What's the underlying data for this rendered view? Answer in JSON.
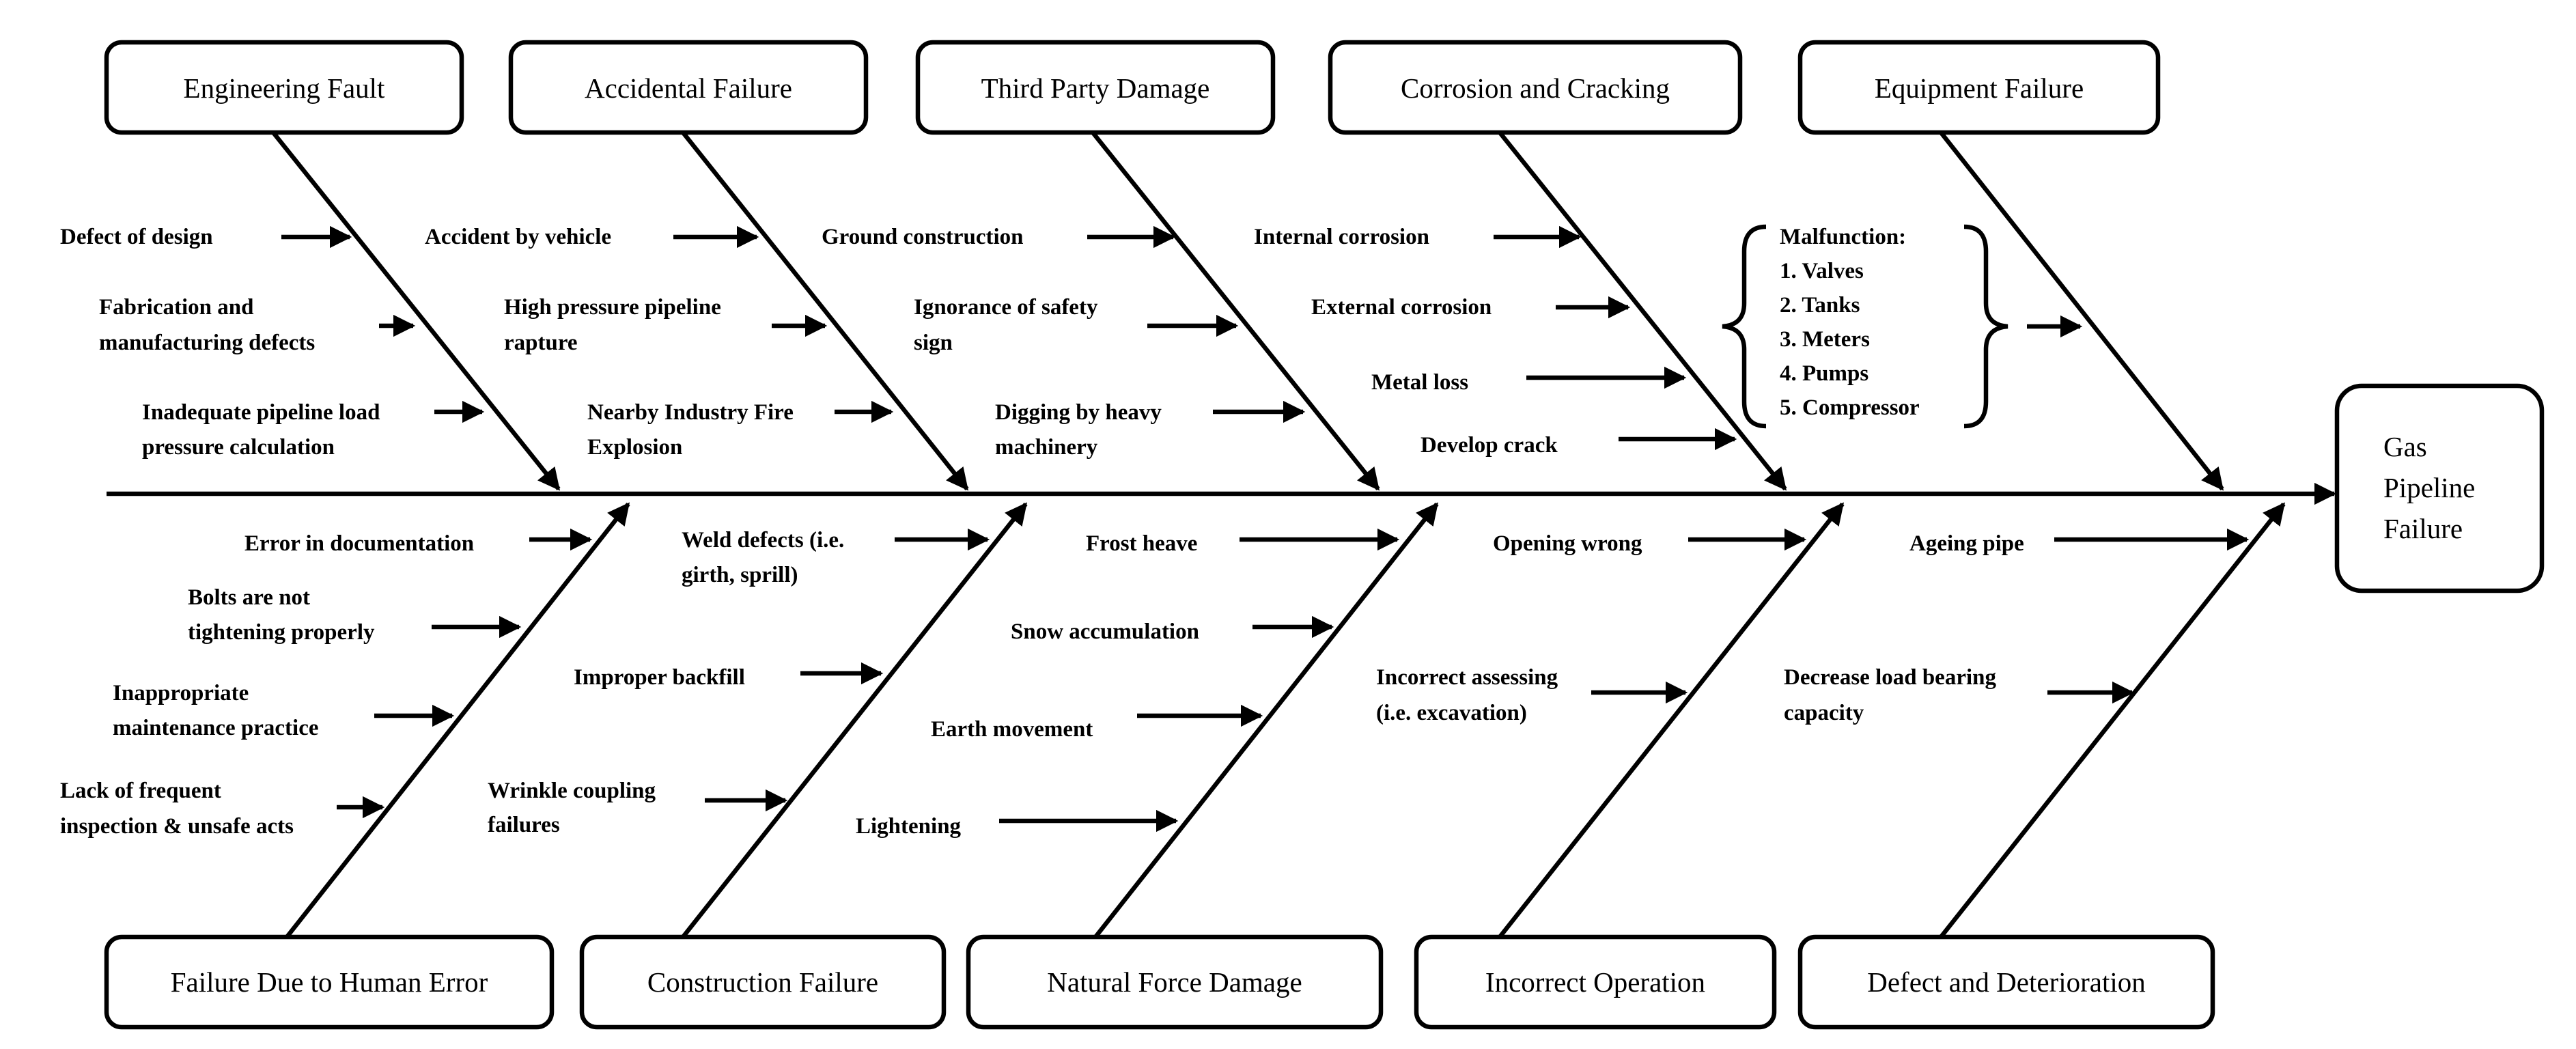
{
  "effect": {
    "lines": [
      "Gas",
      "Pipeline",
      "Failure"
    ]
  },
  "categories": {
    "top": [
      {
        "label": "Engineering Fault",
        "causes": [
          [
            "Defect of design"
          ],
          [
            "Fabrication and",
            "manufacturing defects"
          ],
          [
            "Inadequate pipeline load",
            "pressure calculation"
          ]
        ]
      },
      {
        "label": "Accidental Failure",
        "causes": [
          [
            "Accident by vehicle"
          ],
          [
            "High pressure pipeline",
            "rapture"
          ],
          [
            "Nearby Industry Fire",
            "Explosion"
          ]
        ]
      },
      {
        "label": "Third Party Damage",
        "causes": [
          [
            "Ground construction"
          ],
          [
            "Ignorance of safety",
            "sign"
          ],
          [
            "Digging by heavy",
            "machinery"
          ]
        ]
      },
      {
        "label": "Corrosion and Cracking",
        "causes": [
          [
            "Internal corrosion"
          ],
          [
            "External corrosion"
          ],
          [
            "Metal loss"
          ],
          [
            "Develop crack"
          ]
        ]
      },
      {
        "label": "Equipment Failure",
        "causes": [
          [
            "Malfunction:",
            "1. Valves",
            "2. Tanks",
            "3. Meters",
            "4. Pumps",
            "5. Compressor"
          ]
        ]
      }
    ],
    "bottom": [
      {
        "label": "Failure Due to Human Error",
        "causes": [
          [
            "Error in documentation"
          ],
          [
            "Bolts are not",
            "tightening properly"
          ],
          [
            "Inappropriate",
            "maintenance practice"
          ],
          [
            "Lack of frequent",
            "inspection & unsafe acts"
          ]
        ]
      },
      {
        "label": "Construction Failure",
        "causes": [
          [
            "Weld defects (i.e.",
            "girth, sprill)"
          ],
          [
            "Improper backfill"
          ],
          [
            "Wrinkle coupling",
            "failures"
          ]
        ]
      },
      {
        "label": "Natural Force Damage",
        "causes": [
          [
            "Frost heave"
          ],
          [
            "Snow accumulation"
          ],
          [
            "Earth movement"
          ],
          [
            "Lightening"
          ]
        ]
      },
      {
        "label": "Incorrect Operation",
        "causes": [
          [
            "Opening wrong"
          ],
          [
            "Incorrect assessing",
            "(i.e. excavation)"
          ]
        ]
      },
      {
        "label": "Defect and Deterioration",
        "causes": [
          [
            "Ageing pipe"
          ],
          [
            "Decrease load bearing",
            "capacity"
          ]
        ]
      }
    ]
  }
}
